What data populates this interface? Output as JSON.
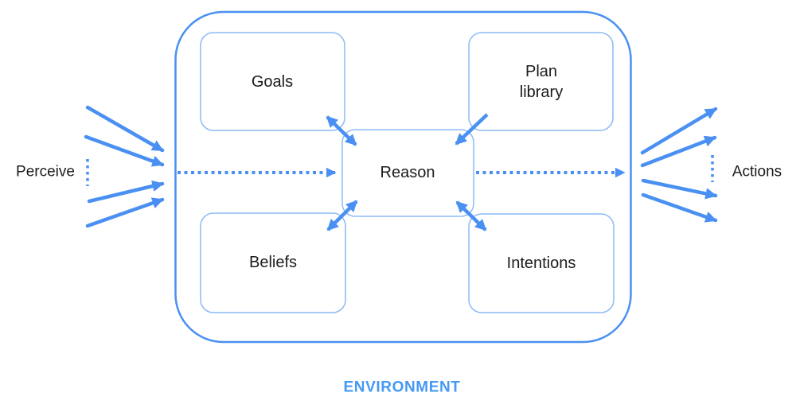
{
  "diagram": {
    "labels": {
      "perceive": "Perceive",
      "actions": "Actions",
      "environment": "ENVIRONMENT"
    },
    "nodes": {
      "goals": "Goals",
      "plan_library": "Plan library",
      "reason": "Reason",
      "beliefs": "Beliefs",
      "intentions": "Intentions"
    },
    "edges": [
      {
        "from": "perceive",
        "to": "reason",
        "style": "dotted",
        "arrows": "forward"
      },
      {
        "from": "reason",
        "to": "actions",
        "style": "dotted",
        "arrows": "forward"
      },
      {
        "from": "goals",
        "to": "reason",
        "style": "solid",
        "arrows": "both"
      },
      {
        "from": "plan_library",
        "to": "reason",
        "style": "solid",
        "arrows": "forward"
      },
      {
        "from": "beliefs",
        "to": "reason",
        "style": "solid",
        "arrows": "both"
      },
      {
        "from": "intentions",
        "to": "reason",
        "style": "solid",
        "arrows": "both"
      },
      {
        "from": "environment",
        "to": "perceive-boundary",
        "style": "solid-fan",
        "arrows": "forward",
        "count": 4
      },
      {
        "from": "actions-boundary",
        "to": "environment",
        "style": "solid-fan",
        "arrows": "forward",
        "count": 4
      }
    ],
    "colors": {
      "accent": "#4a90f2",
      "node_border": "#8cbaf5",
      "environment_label": "#4599f4",
      "text": "#1c1c1c",
      "background": "#ffffff"
    }
  }
}
